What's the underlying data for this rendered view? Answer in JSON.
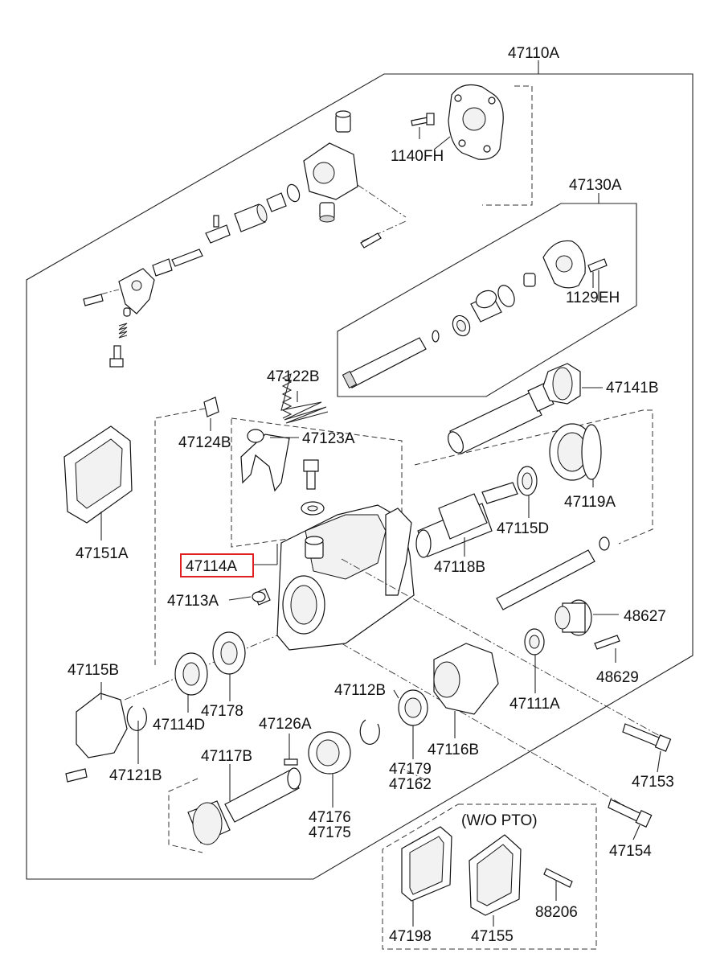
{
  "labels": {
    "p47110A": "47110A",
    "p1140FH": "1140FH",
    "p47130A": "47130A",
    "p1129EH": "1129EH",
    "p47122B": "47122B",
    "p47141B": "47141B",
    "p47124B": "47124B",
    "p47123A": "47123A",
    "p47119A": "47119A",
    "p47151A": "47151A",
    "p47115D": "47115D",
    "p47114A": "47114A",
    "p47118B": "47118B",
    "p47113A": "47113A",
    "p48627": "48627",
    "p48629": "48629",
    "p47115B": "47115B",
    "p47112B": "47112B",
    "p47178": "47178",
    "p47114D": "47114D",
    "p47111A": "47111A",
    "p47126A": "47126A",
    "p47116B": "47116B",
    "p47117B": "47117B",
    "p47121B": "47121B",
    "p47179": "47179",
    "p47162": "47162",
    "p47153": "47153",
    "p47176": "47176",
    "p47175": "47175",
    "wopto": "(W/O PTO)",
    "p47154": "47154",
    "p88206": "88206",
    "p47198": "47198",
    "p47155": "47155"
  },
  "highlight": {
    "part": "47114A",
    "color": "#e02020"
  }
}
